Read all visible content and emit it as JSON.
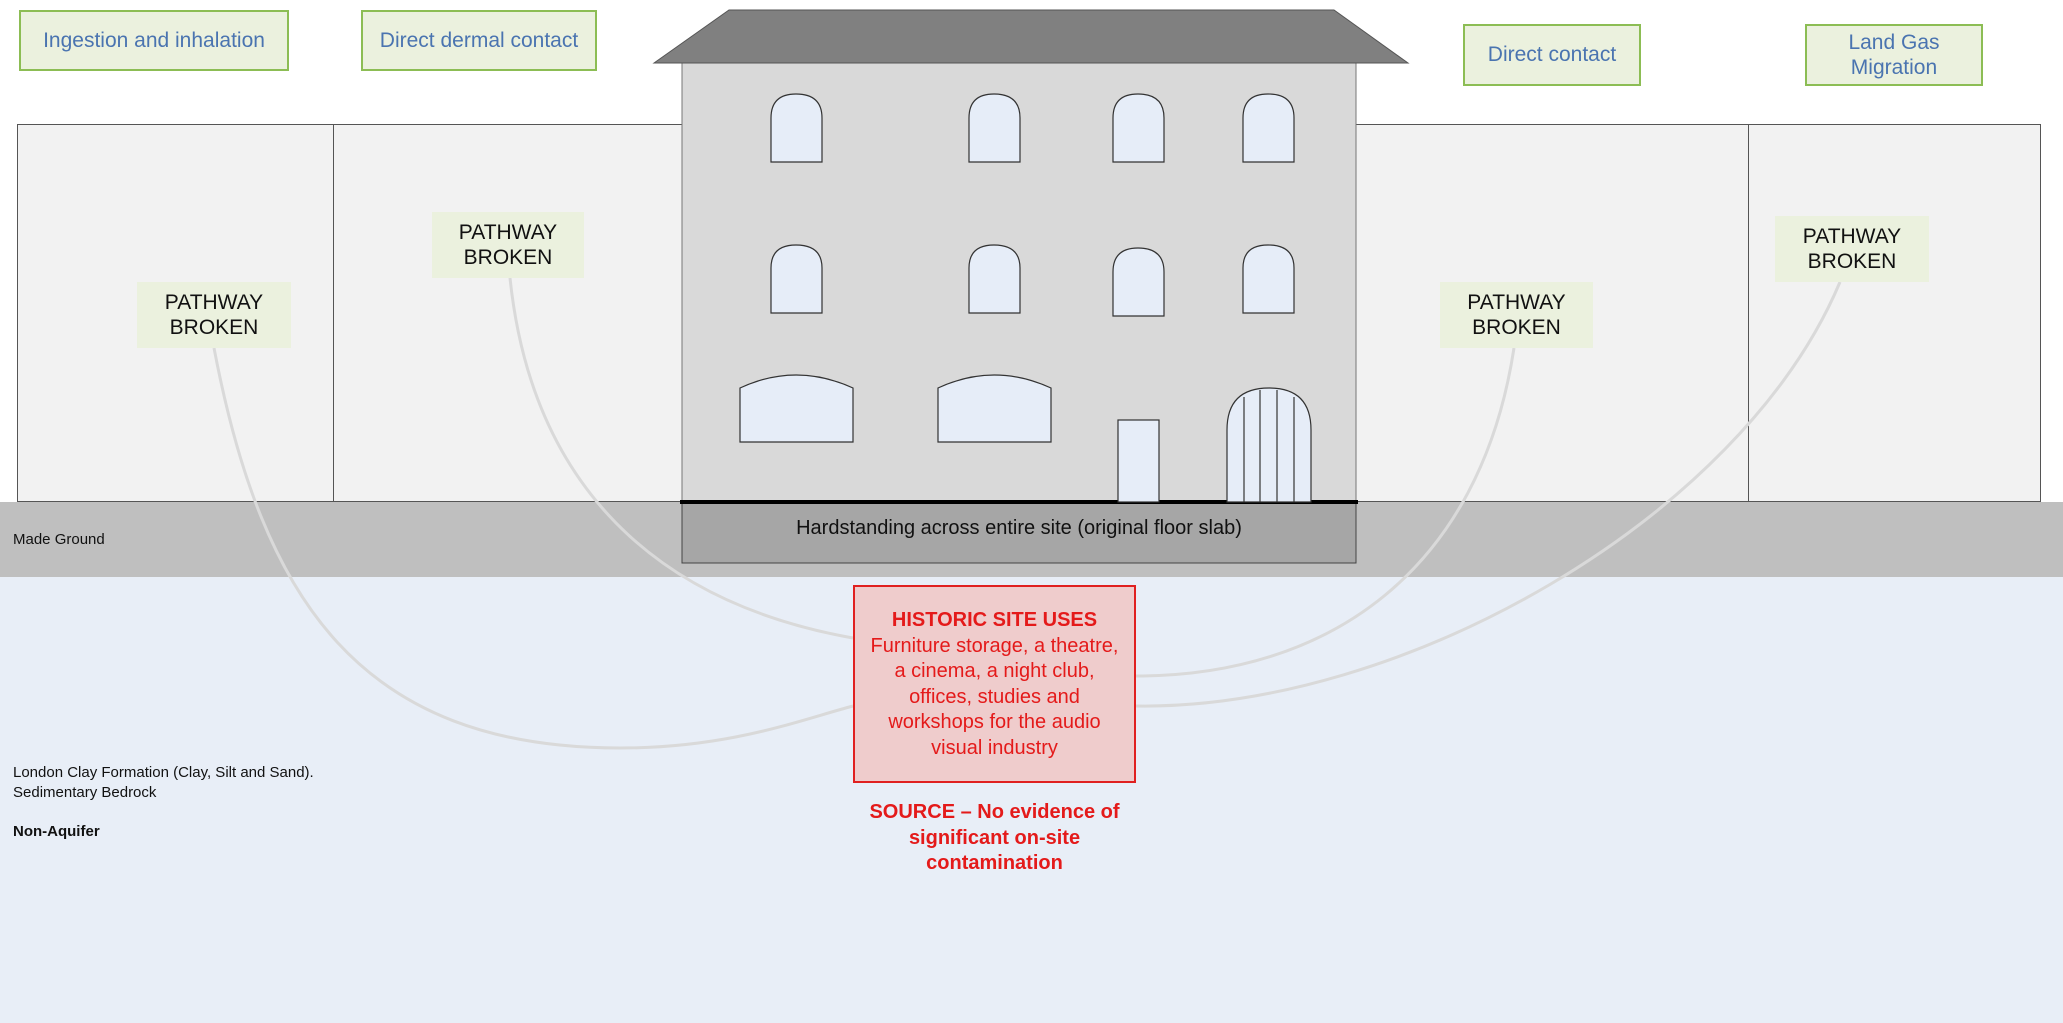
{
  "strata": {
    "made_ground": "Made Ground",
    "clay": "London Clay Formation (Clay, Silt and Sand).\nSedimentary Bedrock",
    "aquifer": "Non-Aquifer"
  },
  "receptors": {
    "ingestion": "Ingestion and inhalation",
    "dermal": "Direct dermal contact",
    "direct": "Direct contact",
    "gas": "Land Gas\nMigration"
  },
  "pathways": {
    "p1": "PATHWAY\nBROKEN",
    "p2": "PATHWAY\nBROKEN",
    "p3": "PATHWAY\nBROKEN",
    "p4": "PATHWAY\nBROKEN"
  },
  "hardstanding": "Hardstanding across entire site (original floor slab)",
  "source": {
    "title": "HISTORIC SITE USES",
    "text": "Furniture storage, a theatre, a cinema, a night club, offices, studies and workshops for the audio visual industry",
    "note": "SOURCE – No evidence of significant on-site contamination"
  },
  "colors": {
    "source_red": "#e41a1a",
    "receptor_text": "#4a74b0",
    "receptor_border": "#8cbd54",
    "pathway_bg": "#ebf1de",
    "clay_bg": "#e8eef7",
    "made_ground_bg": "#bfbfbf"
  }
}
